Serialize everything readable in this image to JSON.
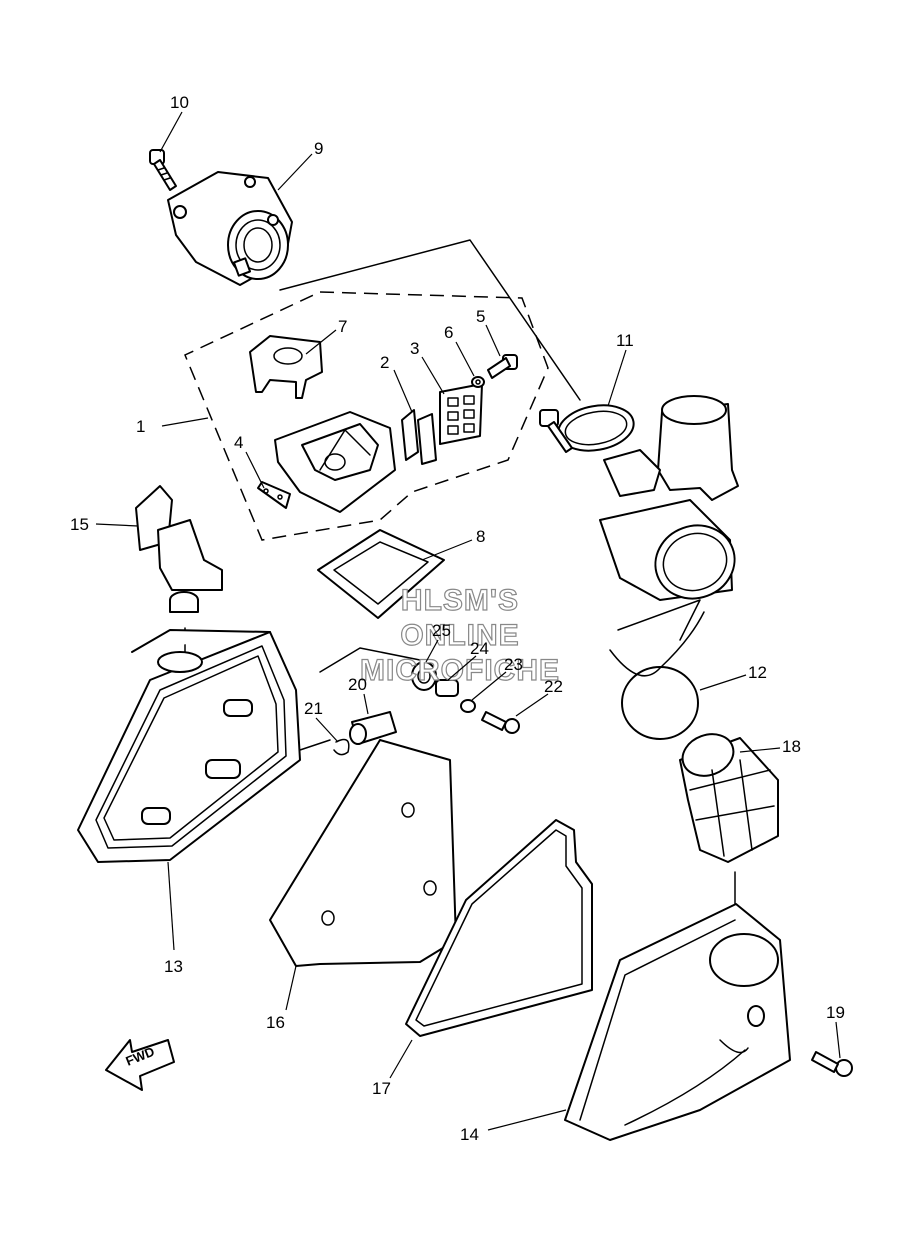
{
  "callouts": [
    {
      "id": "1",
      "label": "1"
    },
    {
      "id": "2",
      "label": "2"
    },
    {
      "id": "3",
      "label": "3"
    },
    {
      "id": "4",
      "label": "4"
    },
    {
      "id": "5",
      "label": "5"
    },
    {
      "id": "6",
      "label": "6"
    },
    {
      "id": "7",
      "label": "7"
    },
    {
      "id": "8",
      "label": "8"
    },
    {
      "id": "9",
      "label": "9"
    },
    {
      "id": "10",
      "label": "10"
    },
    {
      "id": "11",
      "label": "11"
    },
    {
      "id": "12",
      "label": "12"
    },
    {
      "id": "13",
      "label": "13"
    },
    {
      "id": "14",
      "label": "14"
    },
    {
      "id": "15",
      "label": "15"
    },
    {
      "id": "16",
      "label": "16"
    },
    {
      "id": "17",
      "label": "17"
    },
    {
      "id": "18",
      "label": "18"
    },
    {
      "id": "19",
      "label": "19"
    },
    {
      "id": "20",
      "label": "20"
    },
    {
      "id": "21",
      "label": "21"
    },
    {
      "id": "22",
      "label": "22"
    },
    {
      "id": "23",
      "label": "23"
    },
    {
      "id": "24",
      "label": "24"
    },
    {
      "id": "25",
      "label": "25"
    }
  ],
  "watermark": {
    "line1": "HLSM'S",
    "line2": "ONLINE",
    "line3": "MICROFICHE"
  },
  "direction_arrow": {
    "label": "FWD"
  }
}
